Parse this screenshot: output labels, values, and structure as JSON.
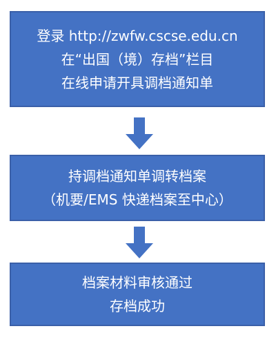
{
  "colors": {
    "box_fill": "#4472C4",
    "box_border": "#3A5FA8",
    "arrow": "#4472C4",
    "text": "#ffffff"
  },
  "steps": [
    {
      "lines": [
        "登录 http://zwfw.cscse.edu.cn",
        "在“出国（境）存档”栏目",
        "在线申请开具调档通知单"
      ]
    },
    {
      "lines": [
        "持调档通知单调转档案",
        "（机要/EMS 快递档案至中心）"
      ]
    },
    {
      "lines": [
        "档案材料审核通过",
        "存档成功"
      ]
    }
  ],
  "arrows": [
    {
      "icon": "arrow-down-icon"
    },
    {
      "icon": "arrow-down-icon"
    }
  ]
}
